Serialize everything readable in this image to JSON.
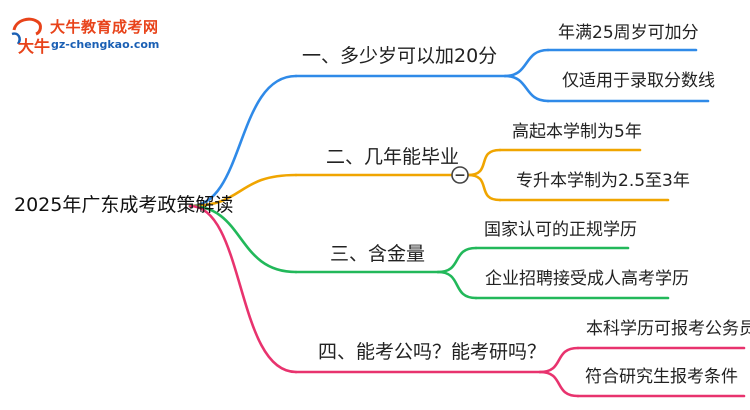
{
  "logo": {
    "mark_text": "大牛",
    "title": "大牛教育成考网",
    "url": "gz-chengkao.com"
  },
  "mindmap": {
    "root": "2025年广东成考政策解读",
    "branches": [
      {
        "label": "一、多少岁可以加20分",
        "color": "#2f8ae8",
        "children": [
          "年满25周岁可加分",
          "仅适用于录取分数线"
        ]
      },
      {
        "label": "二、几年能毕业",
        "color": "#f0a500",
        "collapse_toggle": "−",
        "children": [
          "高起本学制为5年",
          "专升本学制为2.5至3年"
        ]
      },
      {
        "label": "三、含金量",
        "color": "#22b85a",
        "children": [
          "国家认可的正规学历",
          "企业招聘接受成人高考学历"
        ]
      },
      {
        "label": "四、能考公吗？能考研吗？",
        "color": "#e8336e",
        "children": [
          "本科学历可报考公务员",
          "符合研究生报考条件"
        ]
      }
    ]
  }
}
